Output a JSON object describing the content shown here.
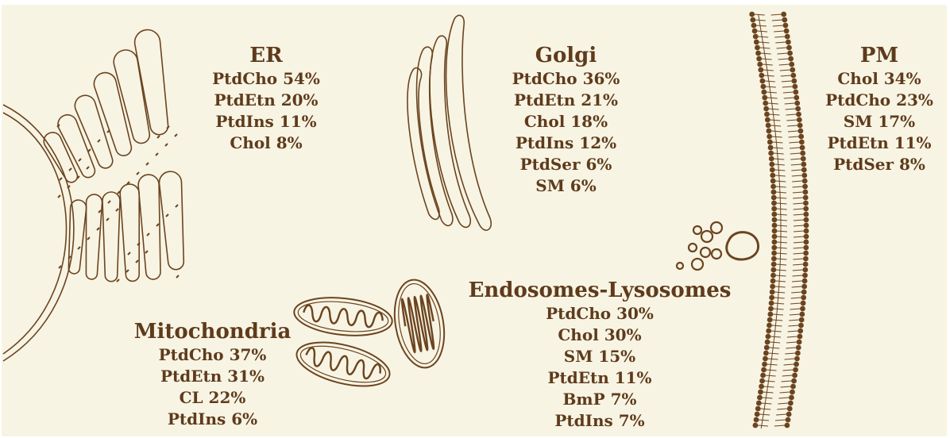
{
  "colors": {
    "background": "#f8f4e3",
    "ink": "#6b4420",
    "text": "#5e3b1c"
  },
  "organelles": {
    "er": {
      "title": "ER",
      "lipids": [
        "PtdCho 54%",
        "PtdEtn 20%",
        "PtdIns 11%",
        "Chol 8%"
      ]
    },
    "golgi": {
      "title": "Golgi",
      "lipids": [
        "PtdCho 36%",
        "PtdEtn 21%",
        "Chol 18%",
        "PtdIns 12%",
        "PtdSer 6%",
        "SM 6%"
      ]
    },
    "pm": {
      "title": "PM",
      "lipids": [
        "Chol 34%",
        "PtdCho 23%",
        "SM 17%",
        "PtdEtn 11%",
        "PtdSer 8%"
      ]
    },
    "mitochondria": {
      "title": "Mitochondria",
      "lipids": [
        "PtdCho 37%",
        "PtdEtn 31%",
        "CL 22%",
        "PtdIns 6%"
      ]
    },
    "endolyso": {
      "title": "Endosomes-Lysosomes",
      "lipids": [
        "PtdCho 30%",
        "Chol 30%",
        "SM 15%",
        "PtdEtn 11%",
        "BmP 7%",
        "PtdIns 7%"
      ]
    }
  }
}
